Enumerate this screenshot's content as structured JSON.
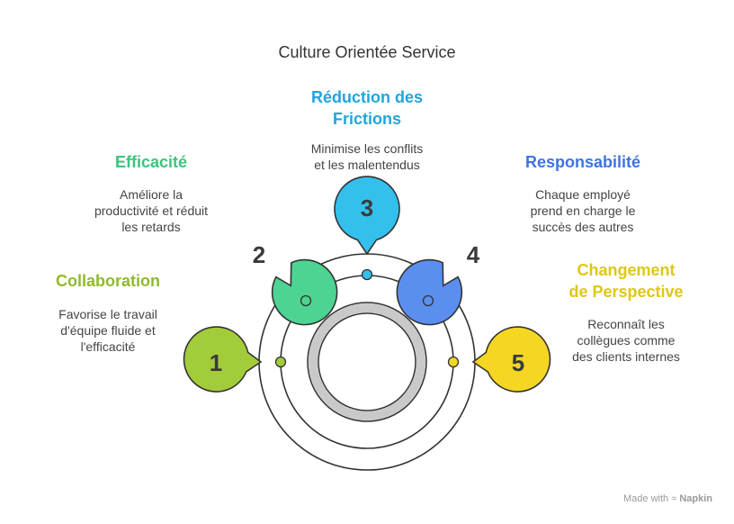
{
  "title": "Culture Orientée Service",
  "colors": {
    "c1": "#a3cc3a",
    "c2": "#4dd493",
    "c3": "#33c0ec",
    "c4": "#5a8ff0",
    "c5": "#f5d623",
    "h1": "#8fba2c",
    "h2": "#3cc47d",
    "h3": "#1ea6dc",
    "h4": "#3f74e0",
    "h5": "#dec716"
  },
  "items": [
    {
      "number": "1",
      "heading": "Collaboration",
      "description": "Favorise le travail\nd'équipe fluide et\nl'efficacité"
    },
    {
      "number": "2",
      "heading": "Efficacité",
      "description": "Améliore la\nproductivité et réduit\nles retards"
    },
    {
      "number": "3",
      "heading": "Réduction des\nFrictions",
      "description": "Minimise les conflits\net les malentendus"
    },
    {
      "number": "4",
      "heading": "Responsabilité",
      "description": "Chaque employé\nprend en charge le\nsuccès des autres"
    },
    {
      "number": "5",
      "heading": "Changement\nde Perspective",
      "description": "Reconnaît les\ncollègues comme\ndes clients internes"
    }
  ],
  "watermark": {
    "prefix": "Made with",
    "brand": "Napkin"
  }
}
